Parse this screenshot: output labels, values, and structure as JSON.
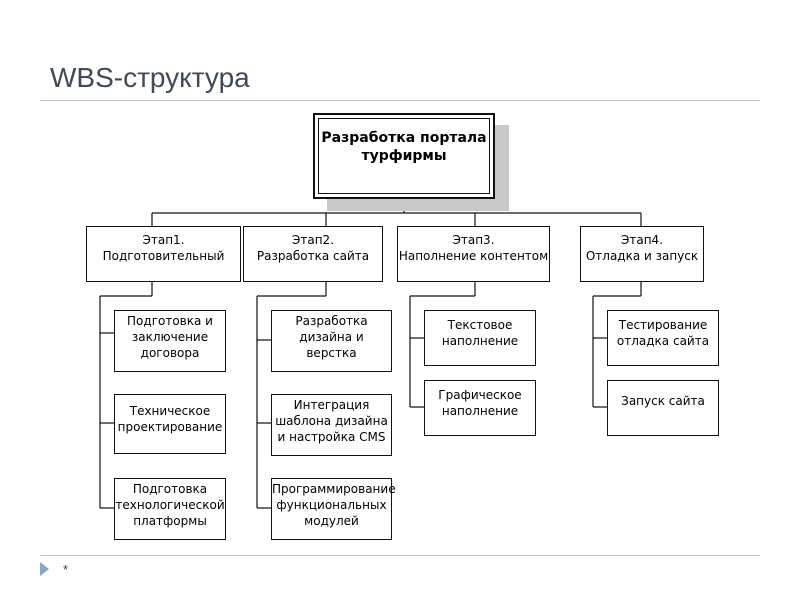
{
  "slide": {
    "title": "WBS-структура",
    "footer": "*"
  },
  "diagram": {
    "root": "Разработка портала\nтурфирмы",
    "stages": [
      {
        "label": "Этап1.\nПодготовительный",
        "tasks": [
          "Подготовка и\nзаключение\nдоговора",
          "Техническое\nпроектирование",
          "Подготовка\nтехнологической\nплатформы"
        ]
      },
      {
        "label": "Этап2.\nРазработка сайта",
        "tasks": [
          "Разработка\nдизайна и\nверстка",
          "Интеграция\nшаблона дизайна\nи настройка CMS",
          "Программирование\nфункциональных\nмодулей"
        ]
      },
      {
        "label": "Этап3.\nНаполнение контентом",
        "tasks": [
          "Текстовое\nнаполнение",
          "Графическое\nнаполнение"
        ]
      },
      {
        "label": "Этап4.\nОтладка и запуск",
        "tasks": [
          "Тестирование\nотладка сайта",
          "Запуск сайта"
        ]
      }
    ]
  }
}
